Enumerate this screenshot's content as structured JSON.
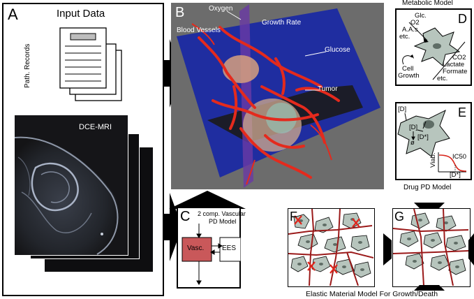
{
  "panel_a": {
    "letter": "A",
    "title": "Input Data",
    "records_label": "Path. Records",
    "mri_label": "DCE-MRI"
  },
  "panel_b": {
    "letter": "B",
    "labels": {
      "oxygen": "Oxygen",
      "blood_vessels": "Blood Vessels",
      "growth_rate": "Growth Rate",
      "glucose": "Glucose",
      "tumor": "Tumor"
    }
  },
  "panel_c": {
    "letter": "C",
    "title_line1": "2 comp. Vascular",
    "title_line2": "PD Model",
    "vasc": "Vasc.",
    "ees": "EES"
  },
  "panel_d": {
    "letter": "D",
    "caption": "Metabolic Model",
    "inputs": [
      "Glc.",
      "O2",
      "A.A.s",
      "etc."
    ],
    "outputs": [
      "CO2",
      "Lactate",
      "Formate",
      "etc."
    ],
    "cell_growth_line1": "Cell",
    "cell_growth_line2": "Growth"
  },
  "panel_e": {
    "letter": "E",
    "caption": "Drug PD Model",
    "d_outer": "[D]",
    "d_inner": "[D]",
    "d_star": "[D*]",
    "null_symbol": "ø",
    "ic50": "IC50",
    "viab": "Viab.",
    "x_axis": "[D*]"
  },
  "panel_f": {
    "letter": "F"
  },
  "panel_g": {
    "letter": "G"
  },
  "bottom_caption": "Elastic Material Model For Growth/Death",
  "colors": {
    "vessel_red": "#d8261c",
    "cell_fill": "#b7c5bd",
    "nucleus": "#5f6d66",
    "plane_blue": "#1f2da0",
    "vasc_fill": "#c9585a",
    "fiber": "#9b1a1a"
  }
}
